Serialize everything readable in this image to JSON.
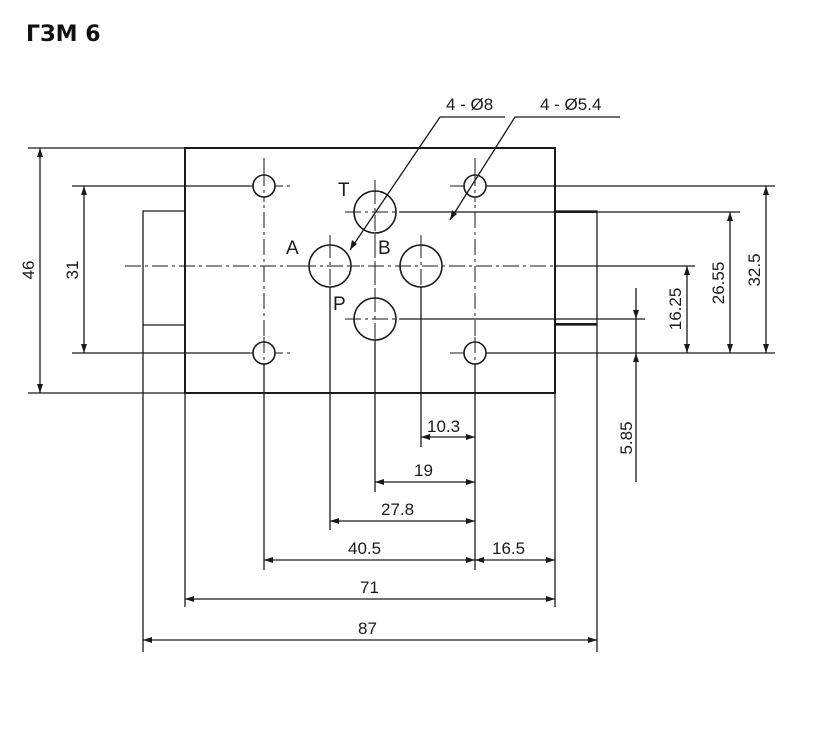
{
  "title": "ГЗМ 6",
  "ports": {
    "t": "T",
    "a": "A",
    "b": "B",
    "p": "P"
  },
  "callouts": {
    "ports_holes": "4 - Ø8",
    "bolt_holes": "4 - Ø5.4"
  },
  "dimensions": {
    "d_10_3": "10.3",
    "d_19": "19",
    "d_27_8": "27.8",
    "d_40_5": "40.5",
    "d_16_5": "16.5",
    "d_71": "71",
    "d_87": "87",
    "d_46": "46",
    "d_31": "31",
    "d_16_25": "16.25",
    "d_26_55": "26.55",
    "d_32_5": "32.5",
    "d_5_85": "5.85"
  }
}
